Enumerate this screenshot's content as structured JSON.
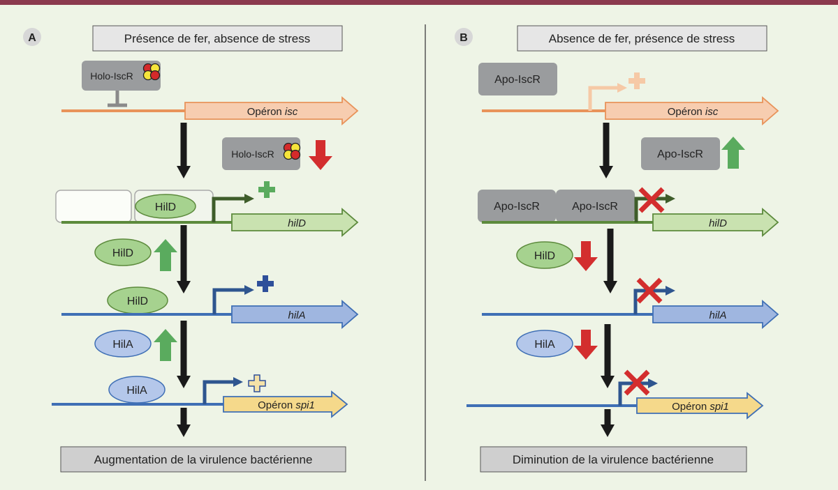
{
  "colors": {
    "background": "#eef4e6",
    "top_bar": "#8b3a4e",
    "isc": "#e8935a",
    "isc_light": "#f6c9a6",
    "hild": "#5c8a3c",
    "hild_fill": "#c9e2b0",
    "hila": "#3f6fb5",
    "hila_fill": "#9fb6e0",
    "spi1": "#f5d98b",
    "iscr_box": "#9a9c9e",
    "up_arrow": "#5aab5e",
    "down_arrow": "#d32e2e"
  },
  "panel_a": {
    "label": "A",
    "condition": "Présence de fer, absence de stress",
    "holo1": "Holo-IscR",
    "isc_operon_prefix": "Opéron ",
    "isc_operon_gene": "isc",
    "holo2": "Holo-IscR",
    "hild_protein_bound": "HilD",
    "hild_gene": "hilD",
    "hild_side": "HilD",
    "hild_bound2": "HilD",
    "hila_gene": "hilA",
    "hila_side": "HilA",
    "hila_bound": "HilA",
    "spi1_prefix": "Opéron ",
    "spi1_gene": "spi1",
    "outcome": "Augmentation de la virulence bactérienne"
  },
  "panel_b": {
    "label": "B",
    "condition": "Absence de fer, présence de stress",
    "apo1": "Apo-IscR",
    "isc_operon_prefix": "Opéron ",
    "isc_operon_gene": "isc",
    "apo2": "Apo-IscR",
    "apo_bound_1": "Apo-IscR",
    "apo_bound_2": "Apo-IscR",
    "hild_gene": "hilD",
    "hild_side": "HilD",
    "hila_gene": "hilA",
    "hila_side": "HilA",
    "spi1_prefix": "Opéron ",
    "spi1_gene": "spi1",
    "outcome": "Diminution de la virulence bactérienne"
  }
}
